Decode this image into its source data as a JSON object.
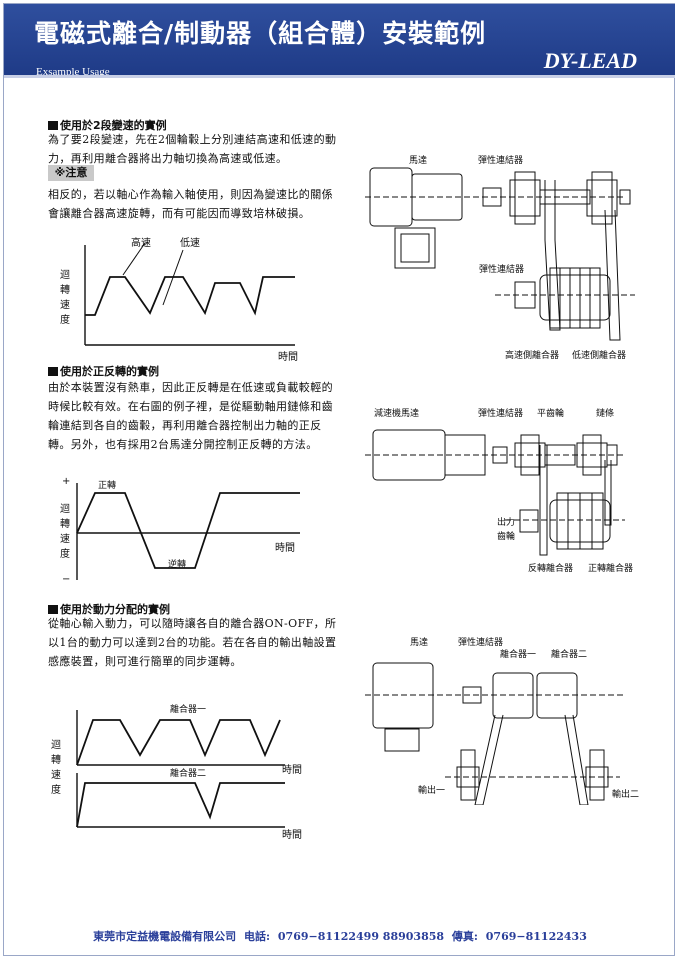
{
  "header": {
    "title": "電磁式離合/制動器（組合體）安裝範例",
    "subtitle": "Exsample Usage",
    "brand": "DY-LEAD"
  },
  "section1": {
    "title": "使用於2段變速的實例",
    "text": "為了要2段變速，先在2個輪轂上分別連結高速和低速的動力，再利用離合器將出力軸切換為高速或低速。",
    "note_label": "※注意",
    "note_text": "相反的，若以軸心作為輸入軸使用，則因為變速比的關係會讓離合器高速旋轉，而有可能因而導致培林破損。",
    "graph": {
      "y_label": "迴轉速度",
      "x_label": "時間",
      "high": "高速",
      "low": "低速"
    },
    "diagram": {
      "motor": "馬達",
      "coupling": "彈性連結器",
      "coupling2": "彈性連結器",
      "high_clutch": "高速側離合器",
      "low_clutch": "低速側離合器"
    }
  },
  "section2": {
    "title": "使用於正反轉的實例",
    "text": "由於本裝置沒有熱車，因此正反轉是在低速或負載較輕的時候比較有效。在右圖的例子裡，是從驅動軸用鏈條和齒輪連結到各自的齒轂，再利用離合器控制出力軸的正反轉。另外，也有採用2台馬達分開控制正反轉的方法。",
    "graph": {
      "plus": "+",
      "minus": "−",
      "y_label": "迴轉速度",
      "x_label": "時間",
      "forward": "正轉",
      "reverse": "逆轉"
    },
    "diagram": {
      "reducer_motor": "減速機馬達",
      "coupling": "彈性連結器",
      "spur_gear": "平齒輪",
      "chain": "鏈條",
      "output_gear": "出力齒輪",
      "rev_clutch": "反轉離合器",
      "fwd_clutch": "正轉離合器"
    }
  },
  "section3": {
    "title": "使用於動力分配的實例",
    "text": "從軸心輸入動力，可以隨時讓各自的離合器ON-OFF，所以1台的動力可以達到2台的功能。若在各自的輸出軸設置感應裝置，則可進行簡單的同步運轉。",
    "graph": {
      "y_label": "迴轉速度",
      "x_label1": "時間",
      "x_label2": "時間",
      "clutch1": "離合器一",
      "clutch2": "離合器二"
    },
    "diagram": {
      "motor": "馬達",
      "coupling": "彈性連結器",
      "clutch1": "離合器一",
      "clutch2": "離合器二",
      "out1": "輸出一",
      "out2": "輸出二"
    }
  },
  "footer": {
    "company": "東莞市定益機電設備有限公司",
    "phone_label": "电話:",
    "phone": "0769−81122499 88903858",
    "fax_label": "傳真:",
    "fax": "0769−81122433"
  }
}
